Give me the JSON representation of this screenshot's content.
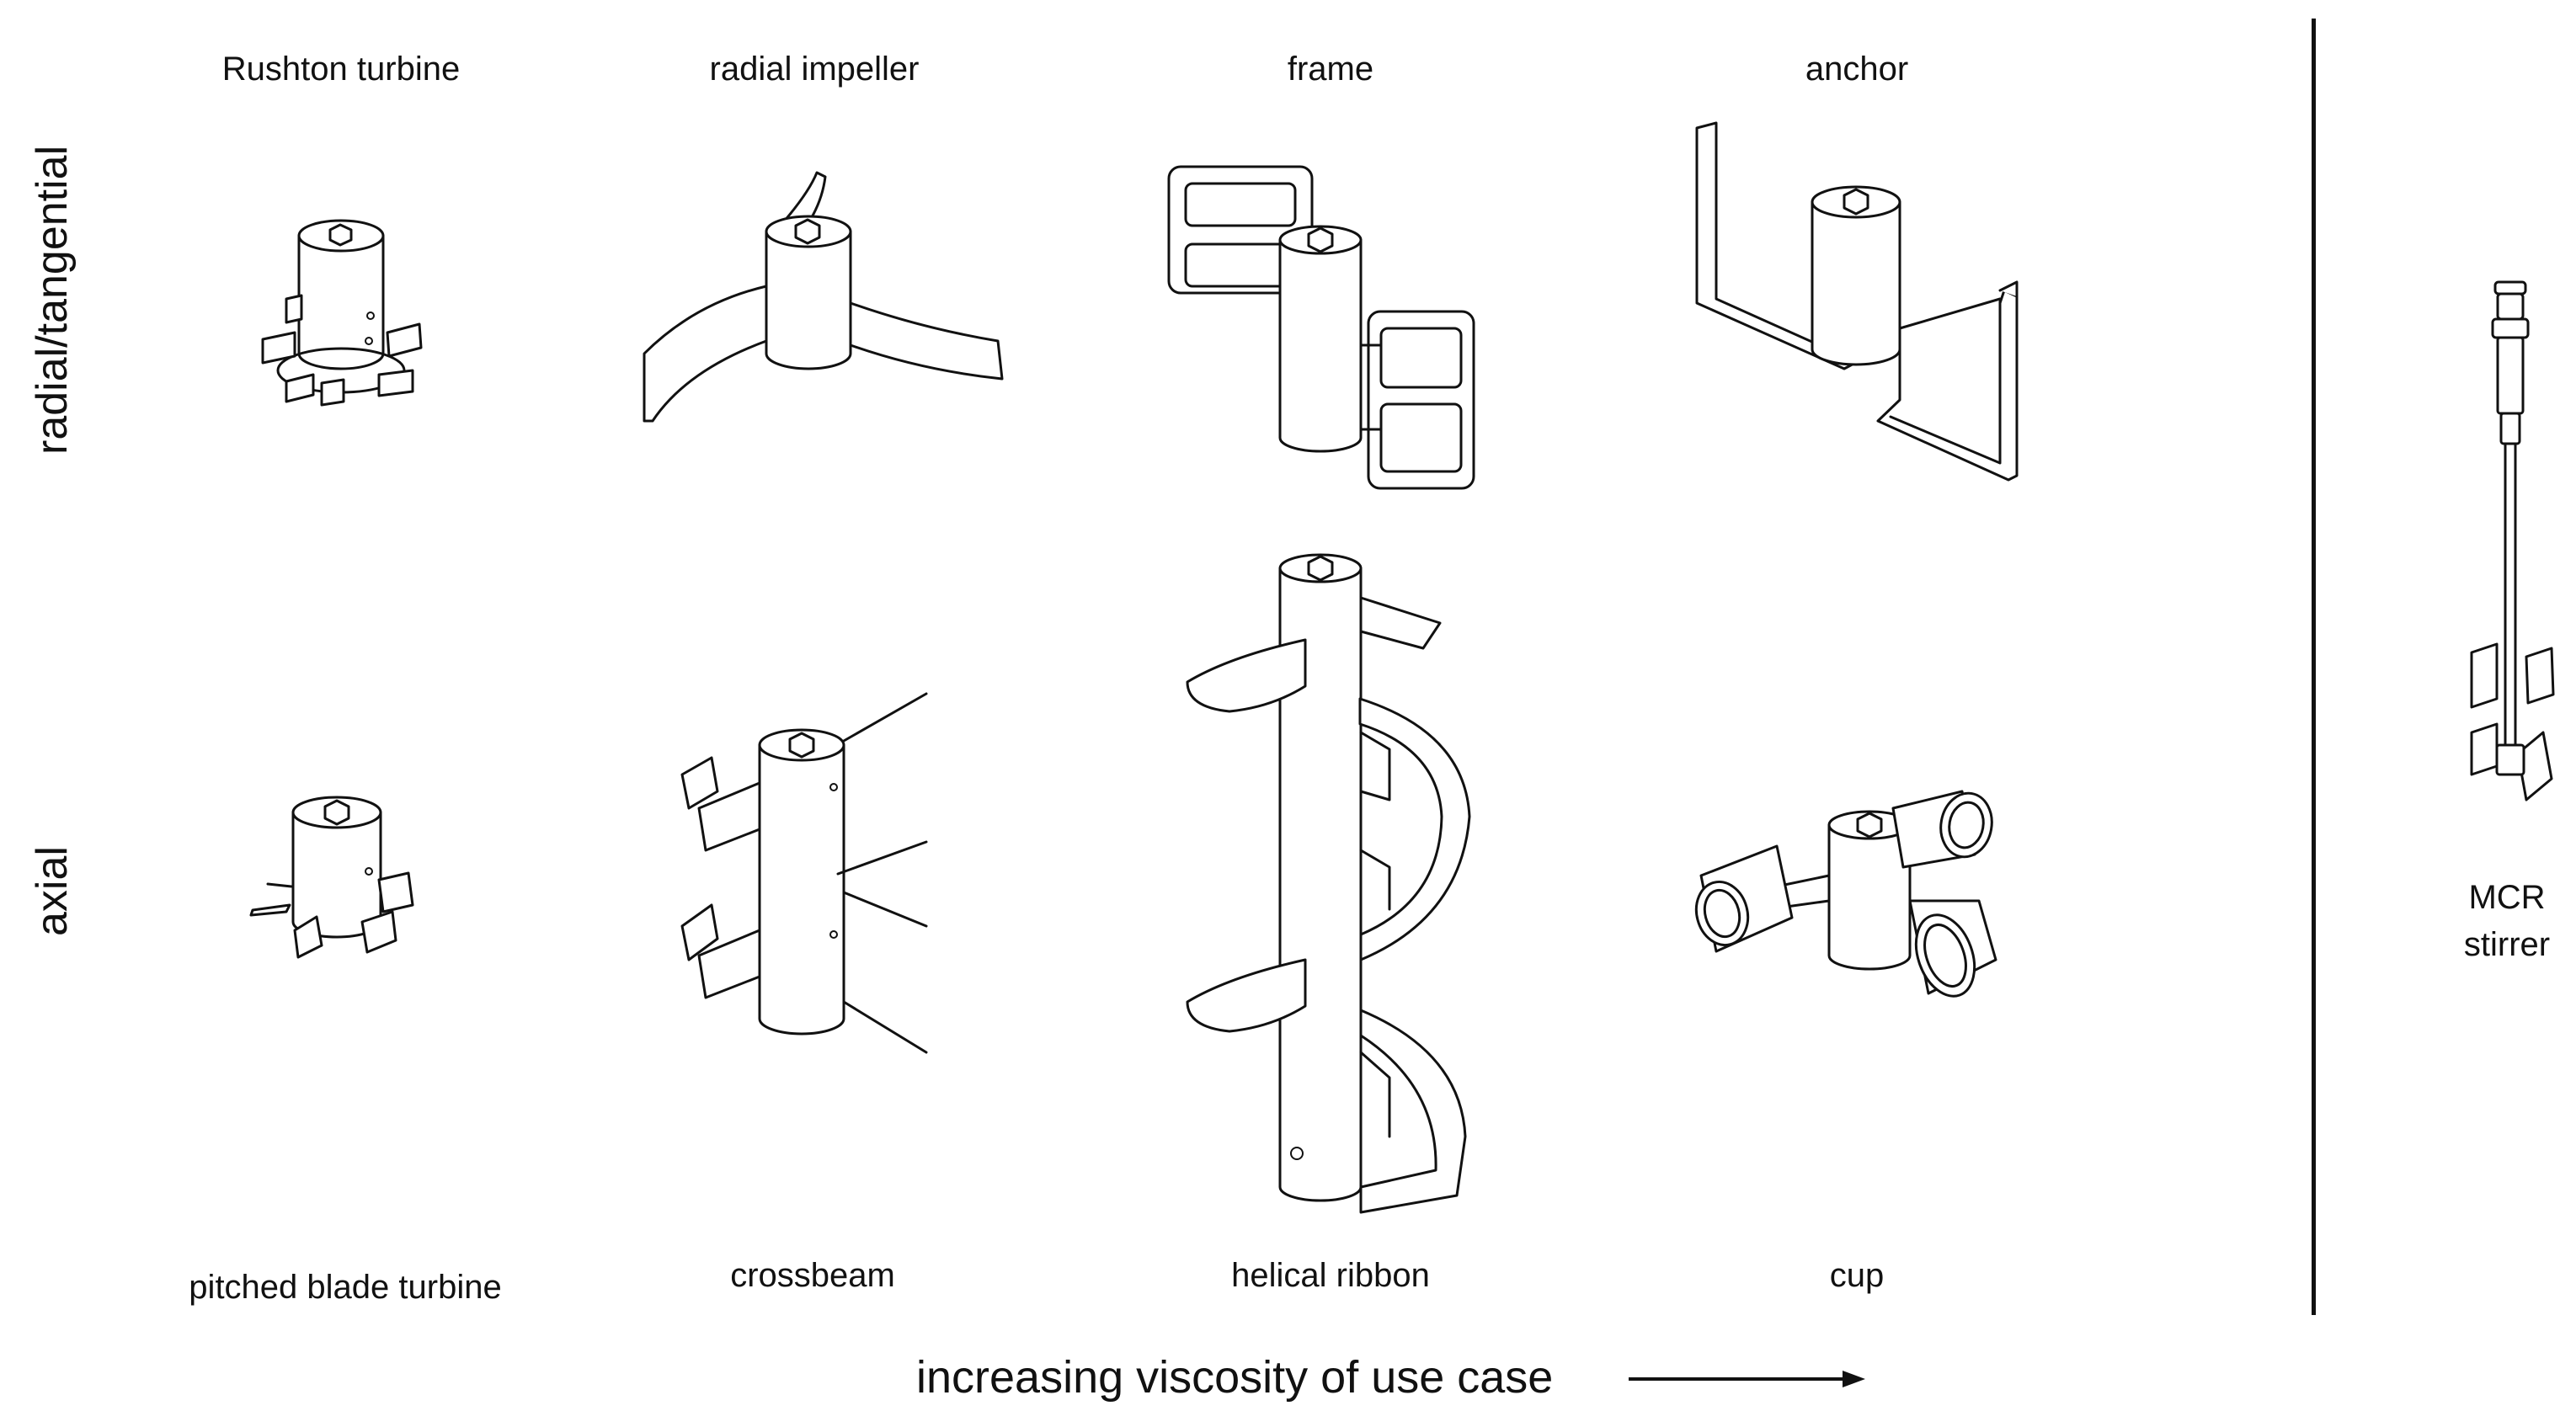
{
  "rows": {
    "top": "radial/tangential",
    "bottom": "axial"
  },
  "impellers": {
    "rushton": "Rushton turbine",
    "radial": "radial impeller",
    "frame": "frame",
    "anchor": "anchor",
    "pitched": "pitched blade turbine",
    "crossbeam": "crossbeam",
    "helical": "helical ribbon",
    "cup": "cup"
  },
  "axis": {
    "label": "increasing viscosity of use case"
  },
  "mcr": {
    "line1": "MCR",
    "line2": "stirrer"
  }
}
